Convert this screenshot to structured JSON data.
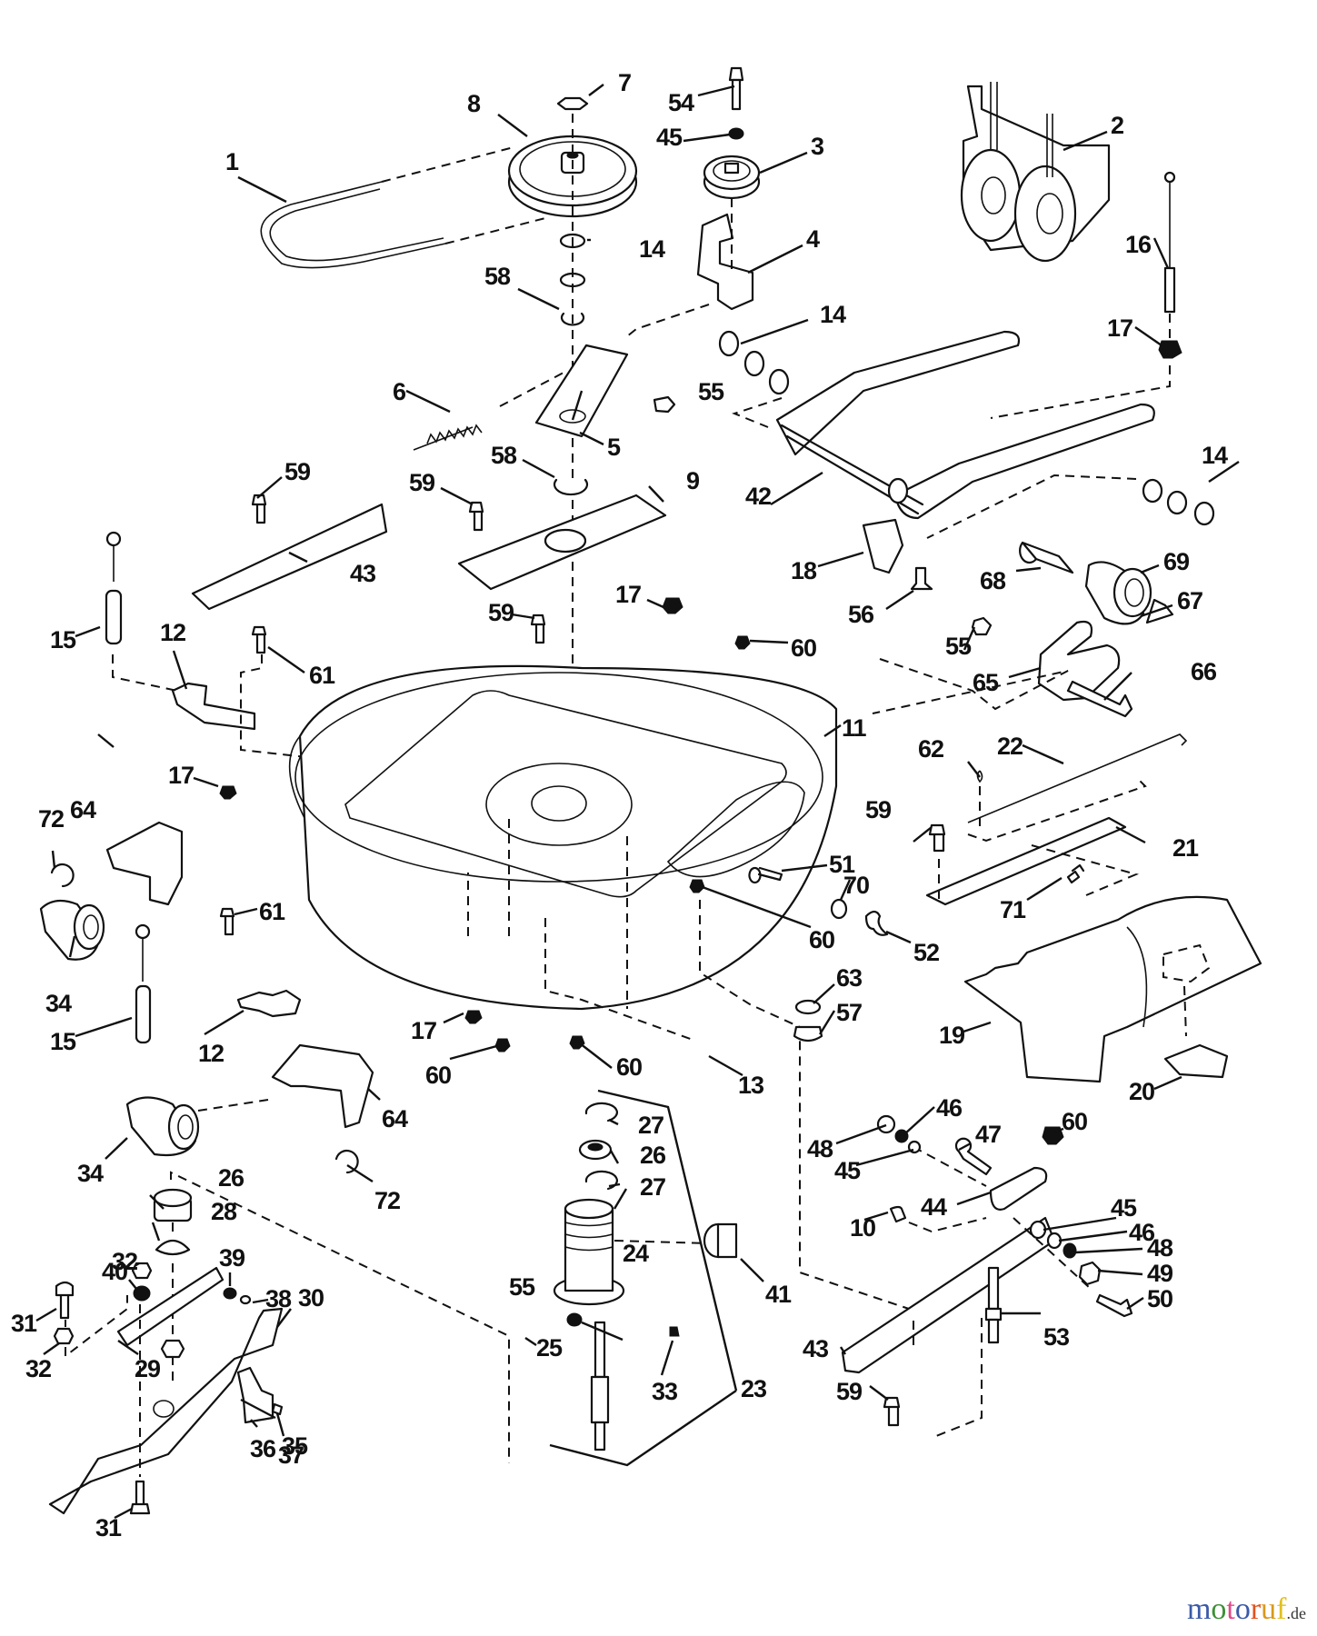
{
  "diagram": {
    "title": "Mower deck exploded parts diagram",
    "watermark": {
      "letters": [
        {
          "ch": "m",
          "color": "#3b5aa8"
        },
        {
          "ch": "o",
          "color": "#3f8f3a"
        },
        {
          "ch": "t",
          "color": "#e04a8a"
        },
        {
          "ch": "o",
          "color": "#3b5aa8"
        },
        {
          "ch": "r",
          "color": "#e0531f"
        },
        {
          "ch": "u",
          "color": "#d89a1a"
        },
        {
          "ch": "f",
          "color": "#e0c020"
        }
      ],
      "suffix": ".de"
    },
    "callouts": [
      {
        "id": "c1",
        "label": "1"
      },
      {
        "id": "c2",
        "label": "2"
      },
      {
        "id": "c3",
        "label": "3"
      },
      {
        "id": "c4",
        "label": "4"
      },
      {
        "id": "c5",
        "label": "5"
      },
      {
        "id": "c6",
        "label": "6"
      },
      {
        "id": "c7",
        "label": "7"
      },
      {
        "id": "c8",
        "label": "8"
      },
      {
        "id": "c9",
        "label": "9"
      },
      {
        "id": "c10",
        "label": "10"
      },
      {
        "id": "c11",
        "label": "11"
      },
      {
        "id": "c12a",
        "label": "12"
      },
      {
        "id": "c12b",
        "label": "12"
      },
      {
        "id": "c13",
        "label": "13"
      },
      {
        "id": "c14a",
        "label": "14"
      },
      {
        "id": "c14b",
        "label": "14"
      },
      {
        "id": "c14c",
        "label": "14"
      },
      {
        "id": "c15a",
        "label": "15"
      },
      {
        "id": "c15b",
        "label": "15"
      },
      {
        "id": "c16",
        "label": "16"
      },
      {
        "id": "c17a",
        "label": "17"
      },
      {
        "id": "c17b",
        "label": "17"
      },
      {
        "id": "c17c",
        "label": "17"
      },
      {
        "id": "c17d",
        "label": "17"
      },
      {
        "id": "c18",
        "label": "18"
      },
      {
        "id": "c19",
        "label": "19"
      },
      {
        "id": "c20",
        "label": "20"
      },
      {
        "id": "c21",
        "label": "21"
      },
      {
        "id": "c22",
        "label": "22"
      },
      {
        "id": "c23",
        "label": "23"
      },
      {
        "id": "c24",
        "label": "24"
      },
      {
        "id": "c25",
        "label": "25"
      },
      {
        "id": "c26a",
        "label": "26"
      },
      {
        "id": "c26b",
        "label": "26"
      },
      {
        "id": "c27a",
        "label": "27"
      },
      {
        "id": "c27b",
        "label": "27"
      },
      {
        "id": "c28",
        "label": "28"
      },
      {
        "id": "c29",
        "label": "29"
      },
      {
        "id": "c30",
        "label": "30"
      },
      {
        "id": "c31a",
        "label": "31"
      },
      {
        "id": "c31b",
        "label": "31"
      },
      {
        "id": "c32a",
        "label": "32"
      },
      {
        "id": "c32b",
        "label": "32"
      },
      {
        "id": "c33",
        "label": "33"
      },
      {
        "id": "c34a",
        "label": "34"
      },
      {
        "id": "c34b",
        "label": "34"
      },
      {
        "id": "c35",
        "label": "35"
      },
      {
        "id": "c36",
        "label": "36"
      },
      {
        "id": "c37",
        "label": "37"
      },
      {
        "id": "c38",
        "label": "38"
      },
      {
        "id": "c39",
        "label": "39"
      },
      {
        "id": "c40",
        "label": "40"
      },
      {
        "id": "c41",
        "label": "41"
      },
      {
        "id": "c42",
        "label": "42"
      },
      {
        "id": "c43a",
        "label": "43"
      },
      {
        "id": "c43b",
        "label": "43"
      },
      {
        "id": "c44",
        "label": "44"
      },
      {
        "id": "c45a",
        "label": "45"
      },
      {
        "id": "c45b",
        "label": "45"
      },
      {
        "id": "c45c",
        "label": "45"
      },
      {
        "id": "c46a",
        "label": "46"
      },
      {
        "id": "c46b",
        "label": "46"
      },
      {
        "id": "c47",
        "label": "47"
      },
      {
        "id": "c48a",
        "label": "48"
      },
      {
        "id": "c48b",
        "label": "48"
      },
      {
        "id": "c49",
        "label": "49"
      },
      {
        "id": "c50",
        "label": "50"
      },
      {
        "id": "c51",
        "label": "51"
      },
      {
        "id": "c52",
        "label": "52"
      },
      {
        "id": "c53",
        "label": "53"
      },
      {
        "id": "c54",
        "label": "54"
      },
      {
        "id": "c55a",
        "label": "55"
      },
      {
        "id": "c55b",
        "label": "55"
      },
      {
        "id": "c55c",
        "label": "55"
      },
      {
        "id": "c56",
        "label": "56"
      },
      {
        "id": "c57",
        "label": "57"
      },
      {
        "id": "c58a",
        "label": "58"
      },
      {
        "id": "c58b",
        "label": "58"
      },
      {
        "id": "c59a",
        "label": "59"
      },
      {
        "id": "c59b",
        "label": "59"
      },
      {
        "id": "c59c",
        "label": "59"
      },
      {
        "id": "c59d",
        "label": "59"
      },
      {
        "id": "c59e",
        "label": "59"
      },
      {
        "id": "c60a",
        "label": "60"
      },
      {
        "id": "c60b",
        "label": "60"
      },
      {
        "id": "c60c",
        "label": "60"
      },
      {
        "id": "c60d",
        "label": "60"
      },
      {
        "id": "c60e",
        "label": "60"
      },
      {
        "id": "c61a",
        "label": "61"
      },
      {
        "id": "c61b",
        "label": "61"
      },
      {
        "id": "c62",
        "label": "62"
      },
      {
        "id": "c63",
        "label": "63"
      },
      {
        "id": "c64a",
        "label": "64"
      },
      {
        "id": "c64b",
        "label": "64"
      },
      {
        "id": "c65",
        "label": "65"
      },
      {
        "id": "c66",
        "label": "66"
      },
      {
        "id": "c67",
        "label": "67"
      },
      {
        "id": "c68",
        "label": "68"
      },
      {
        "id": "c69",
        "label": "69"
      },
      {
        "id": "c70",
        "label": "70"
      },
      {
        "id": "c71",
        "label": "71"
      },
      {
        "id": "c72a",
        "label": "72"
      },
      {
        "id": "c72b",
        "label": "72"
      }
    ]
  }
}
